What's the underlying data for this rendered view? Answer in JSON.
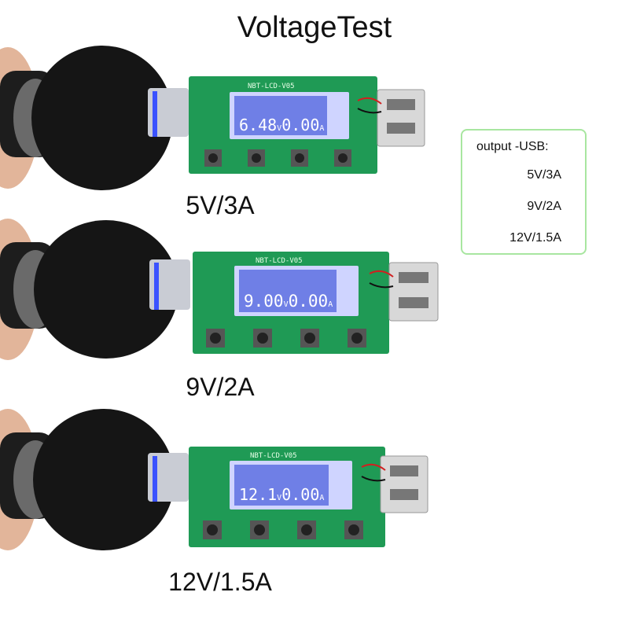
{
  "title": "VoltageTest",
  "panels": [
    {
      "caption": "5V/3A",
      "board_label": "NBT-LCD-V05",
      "lcd_voltage": "6.48",
      "lcd_current": "0.00"
    },
    {
      "caption": "9V/2A",
      "board_label": "NBT-LCD-V05",
      "lcd_voltage": "9.00",
      "lcd_current": "0.00"
    },
    {
      "caption": "12V/1.5A",
      "board_label": "NBT-LCD-V05",
      "lcd_voltage": "12.1",
      "lcd_current": "0.00"
    }
  ],
  "legend": {
    "header": "output -USB:",
    "items": [
      "5V/3A",
      "9V/2A",
      "12V/1.5A"
    ]
  },
  "colors": {
    "pcb": "#1f9a55",
    "lcd": "#6f7fe6",
    "lcd_text": "#ffffff",
    "charger": "#151515",
    "legend_border": "#a8e6a0"
  },
  "icons": [
    "car-charger",
    "pcb-board",
    "lcd-display",
    "usb-port",
    "push-button"
  ]
}
